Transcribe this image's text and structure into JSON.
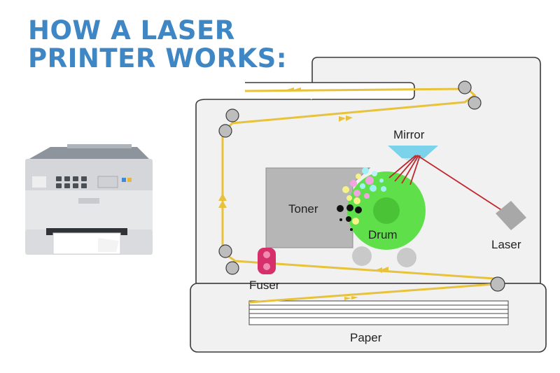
{
  "title": {
    "line1": "HOW A LASER",
    "line2": "PRINTER WORKS:"
  },
  "labels": {
    "mirror": "Mirror",
    "toner": "Toner",
    "drum": "Drum",
    "laser": "Laser",
    "fuser": "Fuser",
    "paper": "Paper"
  },
  "colors": {
    "title": "#3f86c4",
    "paper_path": "#e8c23a",
    "drum": "#5fe04a",
    "laser_beam": "#c0282d",
    "fuser": "#d6306a",
    "mirror": "#7ad3ea",
    "housing": "#f1f1f2"
  },
  "icons": [
    "printer-icon",
    "mirror-icon",
    "laser-icon",
    "fuser-icon",
    "drum-icon"
  ]
}
